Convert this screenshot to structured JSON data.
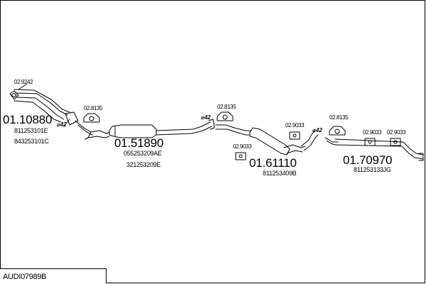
{
  "diagram_code": "AUDI07989B",
  "parts": [
    {
      "code": "01.10880",
      "refs": [
        "811253101E",
        "843253101C"
      ]
    },
    {
      "code": "01.51890",
      "refs": [
        "055253209AE",
        "321253209E"
      ]
    },
    {
      "code": "01.61110",
      "refs": [
        "811253409B"
      ]
    },
    {
      "code": "01.70970",
      "refs": [
        "811253133JG"
      ]
    }
  ],
  "accessories": {
    "clamp_top": "02.9242",
    "mount_1": "02.8135",
    "mount_2": "02.8135",
    "mount_3": "02.8135",
    "hanger_1": "02.9033",
    "hanger_2": "02.9033",
    "hanger_3": "02.9033",
    "hanger_4": "02.9033"
  },
  "pipe_diameters": {
    "d1": "⌀42",
    "d2": "⌀42",
    "d3": "⌀42"
  }
}
